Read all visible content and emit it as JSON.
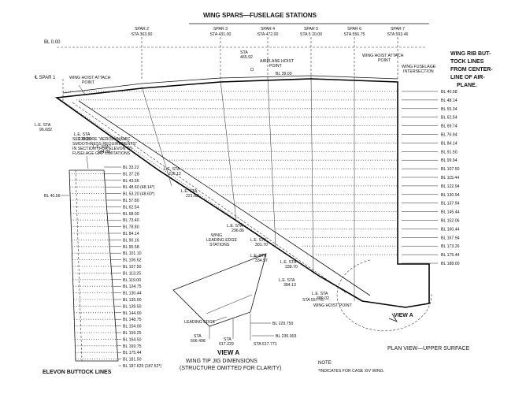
{
  "header": {
    "title": "WING SPARS—FUSELAGE STATIONS",
    "bl_zero": "BL 0.00"
  },
  "spars": [
    {
      "spar": "SPAR 2",
      "sta": "STA 363.90"
    },
    {
      "spar": "SPAR 3",
      "sta": "STA 431.00"
    },
    {
      "spar": "SPAR 4",
      "sta": "STA 472.00"
    },
    {
      "spar": "SPAR 5",
      "sta": "STA 5 20.00"
    },
    {
      "spar": "SPAR 6",
      "sta": "STA 556.75"
    },
    {
      "spar": "SPAR 7",
      "sta": "STA 593.46"
    }
  ],
  "spar1": "℄ SPAR 1",
  "hoist": {
    "wing_hoist_left": "WING HOIST ATTACH POINT",
    "sta_465": "STA 465.92",
    "airplane_hoist": "AIRPLANE HOIST POINT",
    "bl_39": "BL 39.00",
    "wing_hoist_right": "WING HOIST ATTACH POINT",
    "fuselage_int": "WING FUSELAGE INTERSECTION",
    "wing_hoist_point": "WING HOIST POINT"
  },
  "rib_note": "WING RIB BUTTOCK LINES FROM CENTERLINE OF AIRPLANE.",
  "bl_right": [
    "BL 40.58",
    "BL 48.14",
    "BL 55.34",
    "BL 62.54",
    "BL 69.74",
    "BL 76.94",
    "BL 84.14",
    "BL 91.50",
    "BL 99.94",
    "BL 107.50",
    "BL 115.44",
    "BL 122.94",
    "BL 130.94",
    "BL 137.94",
    "BL 145.44",
    "BL 152.06",
    "BL 160.44",
    "BL 167.94",
    "BL 173.26",
    "BL 175.44",
    "BL 188.00"
  ],
  "le_stations": [
    "L.E. STA 96.682",
    "L.E. STA 138.89",
    "L.E. STA 144.89",
    "L.E. STA 216.12",
    "L.E. STA 221.62",
    "L.E. STA 296.86",
    "L.E. STA 301.70",
    "L.E. STA 334.57",
    "L.E. STA 338.70",
    "L.E. STA 384.13",
    "L.E. STA 389.02",
    "STA 557.75"
  ],
  "wing_le_stations": "WING LEADING EDGE STATIONS",
  "aero_note": "SEE FIGURE \"AERODYNAMIC SMOOTHNESS REQUIREMENTS\" IN SECTION I FOR ELEVON TO FUSELAGE GAP LIMITATIONS",
  "elevon": {
    "bl_left": "BL 40.58",
    "bls": [
      "BL 33.22",
      "BL 37.28",
      "BL 43.56",
      "BL 48.60 (48.14*)",
      "BL 53.20 (48.60*)",
      "BL 57.80",
      "BL 62.54",
      "BL 68.00",
      "BL 73.40",
      "BL 78.80",
      "BL 84.14",
      "BL 90.16",
      "BL 95.58",
      "BL 101.10",
      "BL 106.62",
      "BL 107.50",
      "BL 113.25",
      "BL 119.00",
      "BL 124.75",
      "BL 130.44",
      "BL 135.00",
      "BL 139.50",
      "BL 144.00",
      "BL 148.75",
      "BL 154.00",
      "BL 159.25",
      "BL 164.50",
      "BL 169.75",
      "BL 175.44",
      "BL 181.50",
      "BL 187.625 (187.52*)"
    ],
    "title": "ELEVON BUTTOCK LINES"
  },
  "view_a": {
    "leading_edge": "LEADING EDGE",
    "bl_229": "BL 229.750",
    "bl_235": "BL 235.003",
    "sta_606": "STA 606.498",
    "sta_617a": "STA 617.229",
    "sta_617b": "STA 617.771",
    "label": "VIEW A",
    "caption1": "WING TIP JIG DIMENSIONS",
    "caption2": "(STRUCTURE OMITTED FOR CLARITY)",
    "view_a_main": "VIEW A"
  },
  "plan_view": "PLAN VIEW—UPPER SURFACE",
  "note": {
    "title": "NOTE:",
    "text": "*INDICATES FOR CASE XIV WING."
  }
}
